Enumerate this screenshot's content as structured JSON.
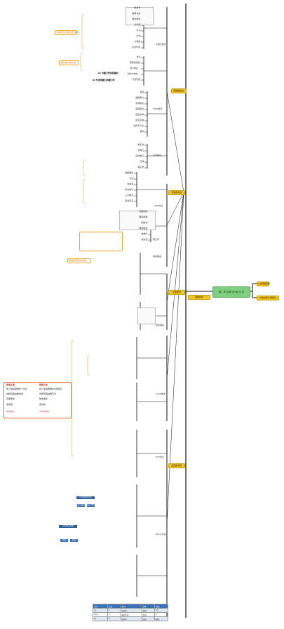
{
  "central": {
    "label": "第二章 网络 传 输 方 式"
  },
  "right_branches": [
    {
      "label": "以太网帧结构"
    },
    {
      "label": "IP地址和子网划分"
    }
  ],
  "main_branches": [
    {
      "label": "网络层协议"
    },
    {
      "label": "传输层协议"
    },
    {
      "label": "路由协议"
    },
    {
      "label": "交换技术"
    },
    {
      "label": "应用层协议"
    }
  ],
  "sub_branches": [
    {
      "label": "IP报文格式"
    },
    {
      "label": "ICMP协议"
    },
    {
      "label": "TCP协议"
    },
    {
      "label": "UDP协议"
    },
    {
      "label": "端口号"
    },
    {
      "label": "静态路由"
    },
    {
      "label": "动态路由"
    },
    {
      "label": "VLAN技术"
    },
    {
      "label": "STP协议"
    },
    {
      "label": "DHCP协议"
    }
  ],
  "leaf_labels": [
    "版本号",
    "首部长度",
    "服务类型",
    "总长度",
    "标识",
    "标志",
    "片偏移",
    "生存时间",
    "协议",
    "首部校验和",
    "源IP地址",
    "目的IP地址",
    "可选字段",
    "填充",
    "数据部分",
    "查询报文",
    "差错报文",
    "回显请求",
    "回显应答",
    "目的不可达",
    "超时",
    "重定向",
    "源端口",
    "目的端口",
    "序号",
    "确认号",
    "数据偏移",
    "窗口",
    "校验和",
    "紧急指针",
    "三次握手",
    "四次挥手",
    "流量控制",
    "拥塞控制",
    "慢启动",
    "拥塞避免",
    "快重传",
    "快恢复"
  ],
  "bold_notes": [
    {
      "label": "B1 为端口号的范围内"
    },
    {
      "label": "B2 为常用端口的端口号"
    }
  ],
  "orange_notes": [
    {
      "label": "常用协议及其对应的端口"
    },
    {
      "label": "端口的分类方法"
    },
    {
      "label": "路由选择算法比较"
    }
  ],
  "red_box": {
    "title_left": "距离矢量",
    "title_right": "链路状态",
    "left_lines": [
      "每个路由器维护一张表",
      "向相邻路由器发送",
      "定期更新",
      "收敛慢",
      "RIP协议"
    ],
    "right_lines": [
      "每个路由器维护全网拓扑",
      "向所有路由器泛洪",
      "触发更新",
      "收敛快",
      "OSPF协议"
    ]
  },
  "blue_diagrams": [
    {
      "title": "VLAN划分方式",
      "boxes": [
        "基于端口",
        "基于MAC"
      ]
    },
    {
      "title": "STP端口状态",
      "boxes": [
        "阻塞",
        "转发"
      ]
    }
  ],
  "bottom_table": {
    "header": [
      "字段",
      "长度",
      "说明",
      "位置",
      "取值"
    ],
    "rows": [
      [
        "op",
        "1",
        "操作码",
        "首部",
        "1/2"
      ],
      [
        "htype",
        "1",
        "硬件类型",
        "首部",
        "1"
      ],
      [
        "xid",
        "4",
        "事务ID",
        "首部",
        "随机"
      ]
    ]
  },
  "colors": {
    "central": "#7ed07e",
    "branch_yellow": "#f5c51d",
    "orange_border": "#f5a623",
    "red_border": "#e8641a",
    "blue_box": "#3a72b8",
    "line": "#111111"
  }
}
